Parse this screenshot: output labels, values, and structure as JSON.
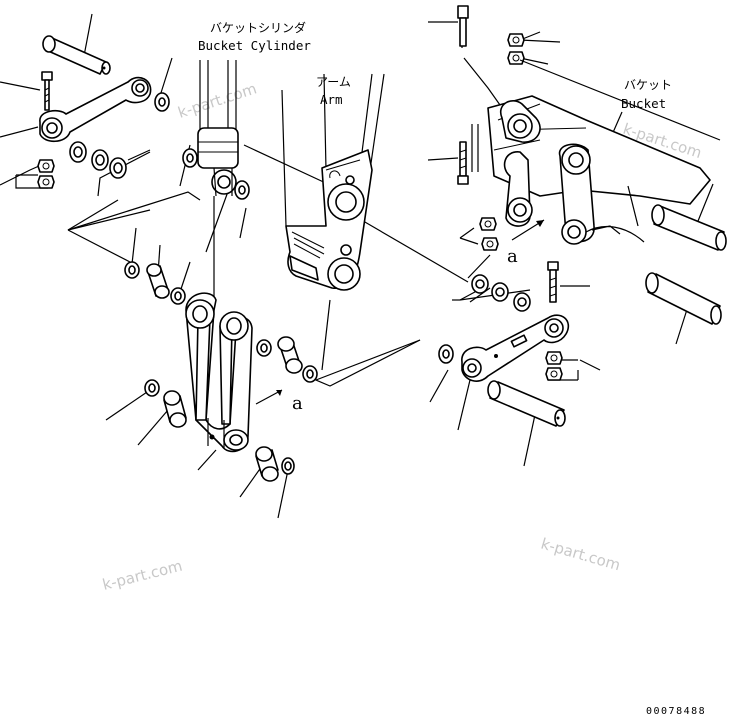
{
  "labels": {
    "bucket_cylinder_jp": "バケットシリンダ",
    "bucket_cylinder_en": "Bucket Cylinder",
    "arm_jp": "アーム",
    "arm_en": "Arm",
    "bucket_jp": "バケット",
    "bucket_en": "Bucket"
  },
  "reference_marks": [
    "a",
    "a"
  ],
  "watermarks": [
    "k-part.com",
    "k-part.com",
    "k-part.com",
    "k-part.com"
  ],
  "drawing_number": "00078488"
}
